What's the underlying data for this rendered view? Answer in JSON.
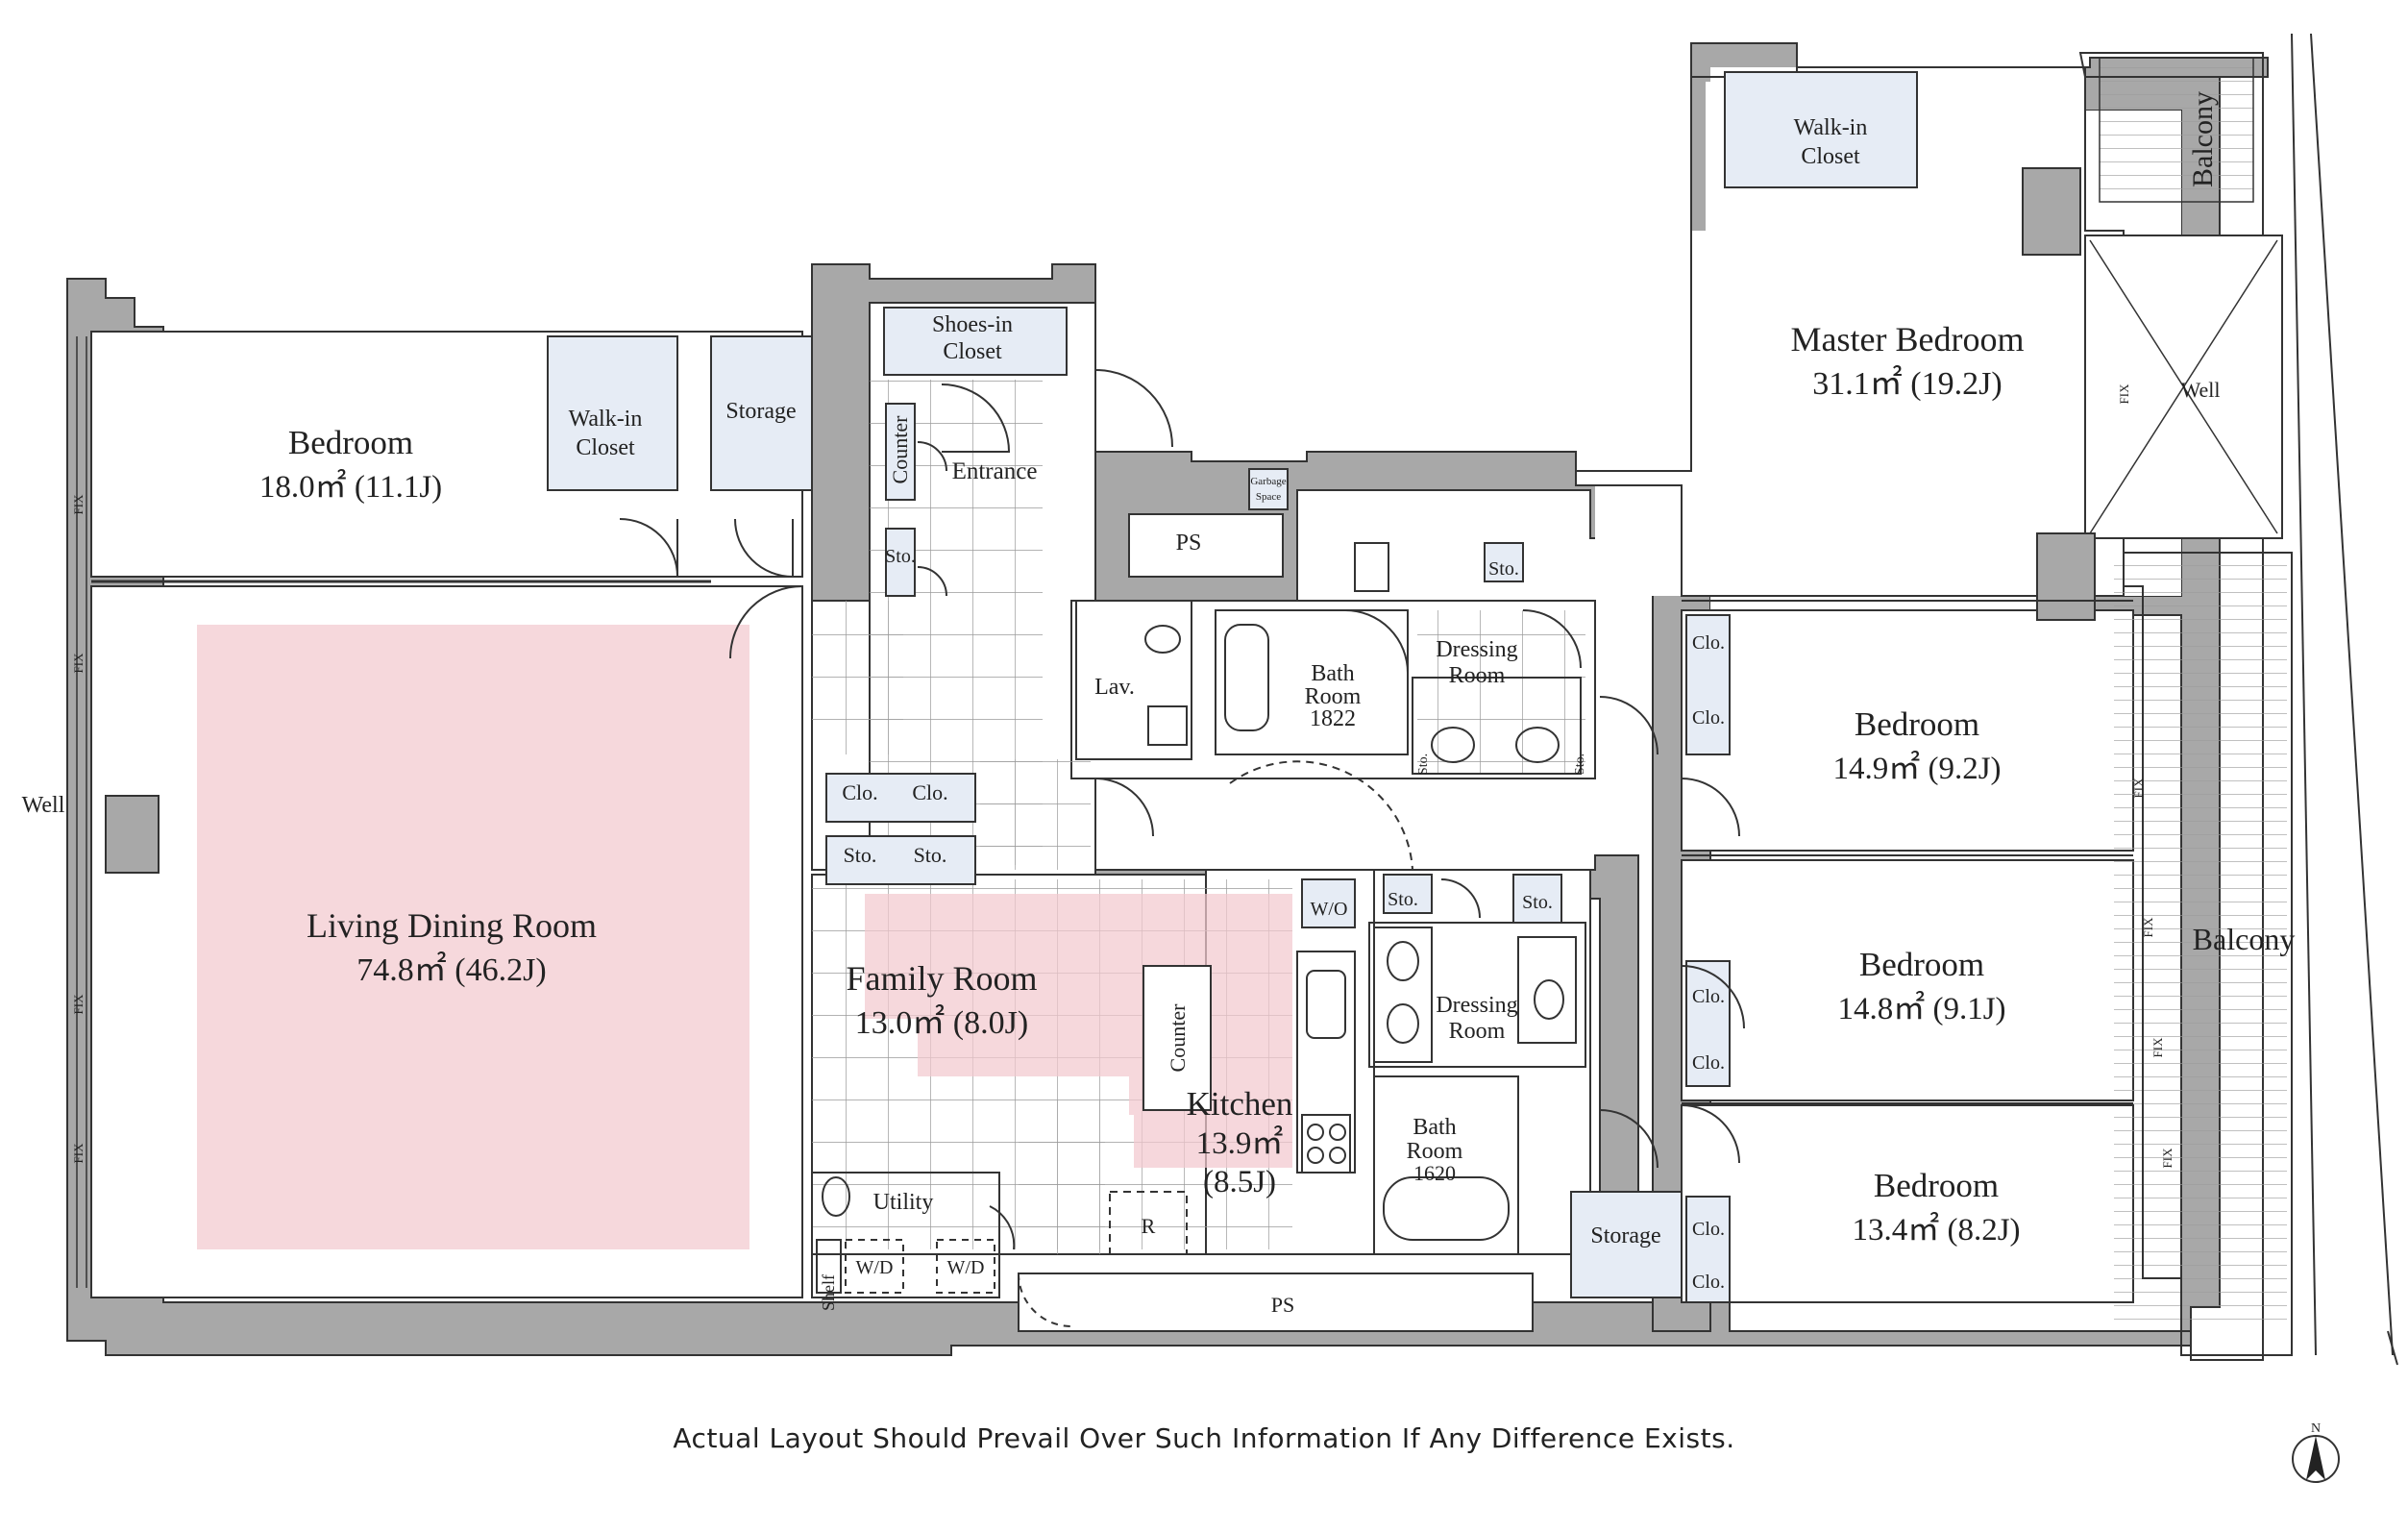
{
  "colors": {
    "wall": "#a8a8a8",
    "closet": "#e8eef6",
    "highlight": "#f6d6da",
    "floor": "#ffffff",
    "line": "#333333"
  },
  "rooms": {
    "bedroom_west_name": "Bedroom",
    "bedroom_west_area": "18.0㎡ (11.1J)",
    "ldr_name": "Living Dining Room",
    "ldr_area": "74.8㎡ (46.2J)",
    "family_name": "Family Room",
    "family_area": "13.0㎡ (8.0J)",
    "kitchen_name": "Kitchen",
    "kitchen_area_1": "13.9㎡",
    "kitchen_area_2": "(8.5J)",
    "master_name": "Master Bedroom",
    "master_area": "31.1㎡ (19.2J)",
    "bed2_name": "Bedroom",
    "bed2_area": "14.9㎡ (9.2J)",
    "bed3_name": "Bedroom",
    "bed3_area": "14.8㎡ (9.1J)",
    "bed4_name": "Bedroom",
    "bed4_area": "13.4㎡ (8.2J)"
  },
  "labels": {
    "walkin_1a": "Walk-in",
    "walkin_1b": "Closet",
    "walkin_2a": "Walk-in",
    "walkin_2b": "Closet",
    "storage_1": "Storage",
    "storage_2": "Storage",
    "shoes_a": "Shoes-in",
    "shoes_b": "Closet",
    "counter_1": "Counter",
    "counter_2": "Counter",
    "entrance": "Entrance",
    "sto_1": "Sto.",
    "sto_2": "Sto.",
    "sto_3": "Sto.",
    "sto_4": "Sto.",
    "sto_5": "Sto.",
    "sto_6": "Sto.",
    "sto_7": "Sto.",
    "sto_8": "Sto.",
    "clo_1": "Clo.",
    "clo_2": "Clo.",
    "clo_3": "Clo.",
    "clo_4": "Clo.",
    "clo_5": "Clo.",
    "clo_6": "Clo.",
    "clo_7": "Clo.",
    "clo_8": "Clo.",
    "garbage_a": "Garbage",
    "garbage_b": "Space",
    "ps_1": "PS",
    "ps_2": "PS",
    "lav": "Lav.",
    "bath1_a": "Bath",
    "bath1_b": "Room",
    "bath1_c": "1822",
    "bath2_a": "Bath",
    "bath2_b": "Room",
    "bath2_c": "1620",
    "dress1_a": "Dressing",
    "dress1_b": "Room",
    "dress2_a": "Dressing",
    "dress2_b": "Room",
    "wo": "W/O",
    "utility": "Utility",
    "shelf": "Shelf",
    "wd_1": "W/D",
    "wd_2": "W/D",
    "fridge": "R",
    "well_1": "Well",
    "well_2": "Well",
    "balcony_1": "Balcony",
    "balcony_2": "Balcony",
    "fix": "FIX",
    "north": "N"
  },
  "disclaimer": "Actual Layout Should Prevail Over Such Information If Any Difference Exists."
}
